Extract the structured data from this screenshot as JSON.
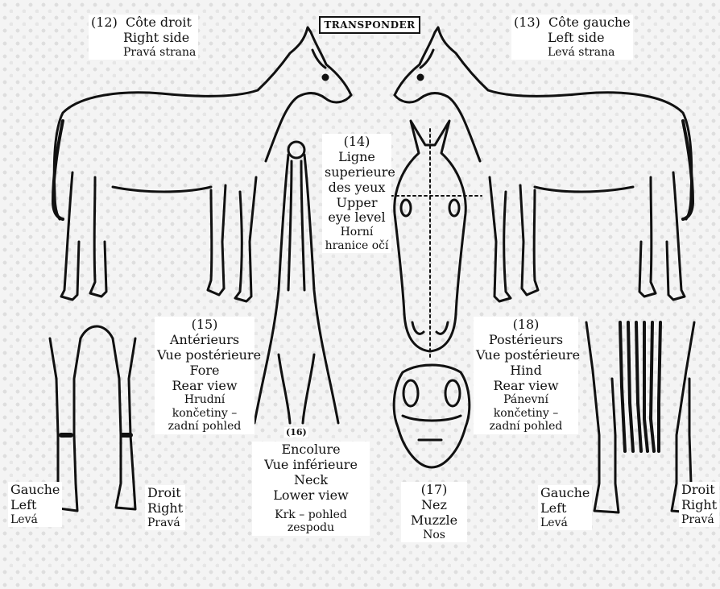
{
  "transponder_label": "TRANSPONDER",
  "panel_12": {
    "number": "(12)",
    "fr": "Côte droit",
    "en": "Right side",
    "cz": "Pravá strana"
  },
  "panel_13": {
    "number": "(13)",
    "fr": "Côte gauche",
    "en": "Left side",
    "cz": "Levá strana"
  },
  "panel_14": {
    "number": "(14)",
    "fr_1": "Ligne",
    "fr_2": "superieure",
    "fr_3": "des yeux",
    "en_1": "Upper",
    "en_2": "eye level",
    "cz_1": "Horní",
    "cz_2": "hranice očí"
  },
  "panel_15": {
    "number": "(15)",
    "fr_1": "Antérieurs",
    "fr_2": "Vue postérieure",
    "en_1": "Fore",
    "en_2": "Rear view",
    "cz_1": "Hrudní",
    "cz_2": "končetiny –",
    "cz_3": "zadní pohled"
  },
  "panel_16": {
    "number": "(16)",
    "fr_1": "Encolure",
    "fr_2": "Vue inférieure",
    "en_1": "Neck",
    "en_2": "Lower view",
    "cz_1": "Krk – pohled",
    "cz_2": "zespodu"
  },
  "panel_17": {
    "number": "(17)",
    "fr": "Nez",
    "en": "Muzzle",
    "cz": "Nos"
  },
  "panel_18": {
    "number": "(18)",
    "fr_1": "Postérieurs",
    "fr_2": "Vue postérieure",
    "en_1": "Hind",
    "en_2": "Rear view",
    "cz_1": "Pánevní",
    "cz_2": "končetiny –",
    "cz_3": "zadní pohled"
  },
  "fore_left": {
    "fr": "Gauche",
    "en": "Left",
    "cz": "Levá"
  },
  "fore_right": {
    "fr": "Droit",
    "en": "Right",
    "cz": "Pravá"
  },
  "hind_left": {
    "fr": "Gauche",
    "en": "Left",
    "cz": "Levá"
  },
  "hind_right": {
    "fr": "Droit",
    "en": "Right",
    "cz": "Pravá"
  }
}
